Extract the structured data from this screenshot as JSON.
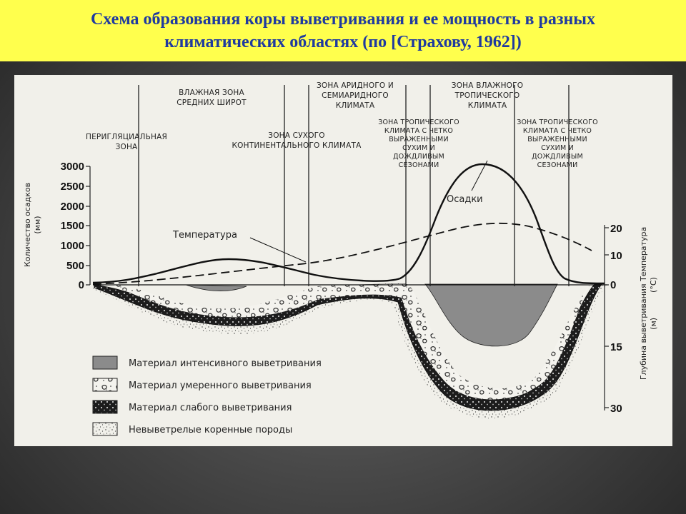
{
  "title": {
    "line1": "Схема образования коры выветривания и ее мощность в разных",
    "line2": "климатических областях (по [Страхову, 1962])"
  },
  "zones": {
    "periglacial": [
      "ПЕРИГЛЯЦИАЛЬНАЯ",
      "ЗОНА"
    ],
    "humid_midlat": [
      "ВЛАЖНАЯ ЗОНА",
      "СРЕДНИХ ШИРОТ"
    ],
    "dry_continental": [
      "ЗОНА СУХОГО",
      "КОНТИНЕНТАЛЬНОГО КЛИМАТА"
    ],
    "arid": [
      "ЗОНА АРИДНОГО И",
      "СЕМИАРИДНОГО",
      "КЛИМАТА"
    ],
    "humid_tropical": [
      "ЗОНА ВЛАЖНОГО",
      "ТРОПИЧЕСКОГО",
      "КЛИМАТА"
    ],
    "seasonal_left": [
      "ЗОНА ТРОПИЧЕСКОГО",
      "КЛИМАТА С ЧЕТКО",
      "ВЫРАЖЕННЫМИ",
      "СУХИМ И",
      "ДОЖДЛИВЫМ",
      "СЕЗОНАМИ"
    ],
    "seasonal_right": [
      "ЗОНА ТРОПИЧЕСКОГО",
      "КЛИМАТА С ЧЕТКО",
      "ВЫРАЖЕННЫМИ",
      "СУХИМ И",
      "ДОЖДЛИВЫМ",
      "СЕЗОНАМИ"
    ]
  },
  "left_axis": {
    "label_line1": "Количество осадков",
    "label_line2": "(мм)",
    "ticks": [
      "3000",
      "2500",
      "2000",
      "1500",
      "1000",
      "500",
      "0"
    ]
  },
  "right_axis": {
    "label_line1": "Глубина выветривания Температура",
    "label_line2": "(м)          (°C)",
    "temp_ticks": [
      "20",
      "10",
      "0"
    ],
    "depth_ticks": [
      "15",
      "30"
    ]
  },
  "curve_labels": {
    "precipitation": "Осадки",
    "temperature": "Температура"
  },
  "legend": [
    {
      "label": "Материал интенсивного выветривания"
    },
    {
      "label": "Материал умеренного выветривания"
    },
    {
      "label": "Материал слабого выветривания"
    },
    {
      "label": "Невыветрелые коренные породы"
    }
  ]
}
